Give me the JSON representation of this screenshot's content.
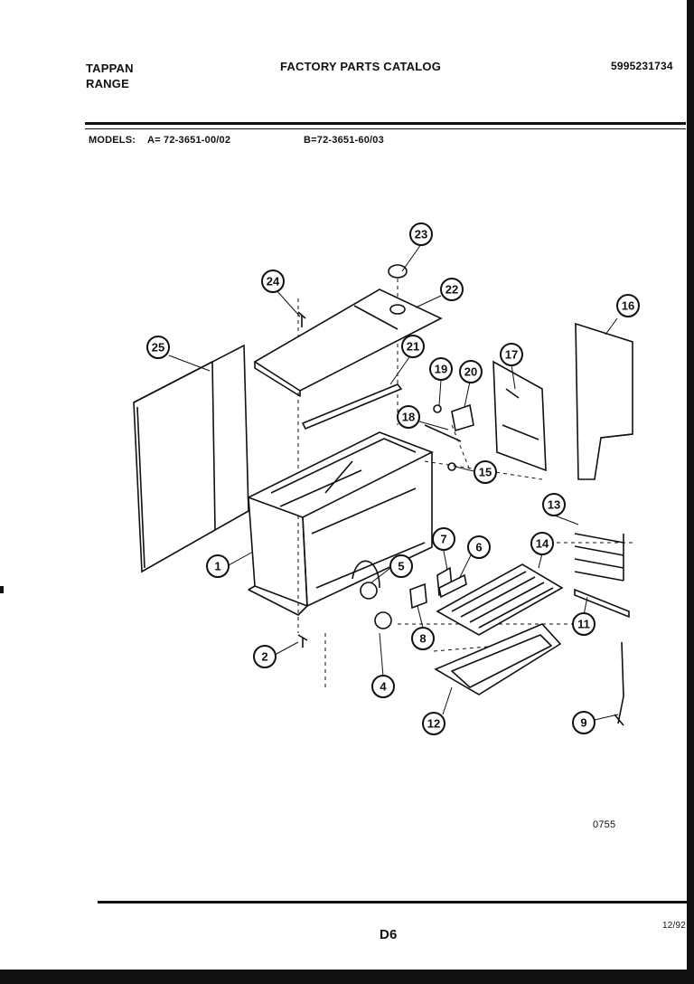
{
  "header": {
    "brand_line1": "TAPPAN",
    "brand_line2": "RANGE",
    "title": "FACTORY PARTS CATALOG",
    "part_number": "5995231734"
  },
  "models": {
    "label": "MODELS:",
    "model_a": "A= 72-3651-00/02",
    "model_b": "B=72-3651-60/03"
  },
  "callouts": [
    "1",
    "2",
    "4",
    "5",
    "6",
    "7",
    "8",
    "9",
    "11",
    "12",
    "13",
    "14",
    "15",
    "16",
    "17",
    "18",
    "19",
    "20",
    "21",
    "22",
    "23",
    "24",
    "25"
  ],
  "footer": {
    "diagram_code": "0755",
    "page_code": "D6",
    "date_code": "12/92"
  }
}
